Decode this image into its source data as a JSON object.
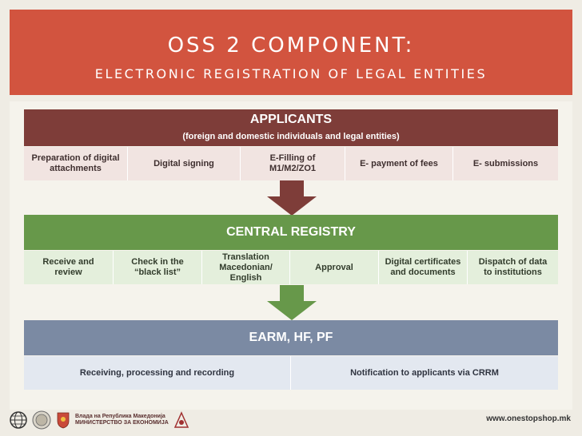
{
  "header": {
    "title": "OSS 2 COMPONENT:",
    "subtitle": "ELECTRONIC REGISTRATION OF LEGAL ENTITIES"
  },
  "applicants": {
    "title": "APPLICANTS",
    "subtitle": "(foreign and domestic individuals and legal entities)",
    "items": [
      "Preparation of digital attachments",
      "Digital signing",
      "E-Filling of M1/M2/ZO1",
      "E- payment of fees",
      "E- submissions"
    ]
  },
  "central": {
    "title": "CENTRAL REGISTRY",
    "items": [
      "Receive and review",
      "Check in the “black list”",
      "Translation Macedonian/ English",
      "Approval",
      "Digital certificates and documents",
      "Dispatch of data to institutions"
    ]
  },
  "earm": {
    "title": "EARM, HF, PF",
    "items": [
      "Receiving, processing and recording",
      "Notification to applicants via CRRM"
    ]
  },
  "footer": {
    "url": "www.onestopshop.mk",
    "ministry_line1": "Влада на Република Македонија",
    "ministry_line2": "МИНИСТЕРСТВО ЗА ЕКОНОМИЈА"
  },
  "colors": {
    "header": "#d2543f",
    "applicants": "#7e3d39",
    "central": "#67984a",
    "earm": "#7b8aa3"
  }
}
